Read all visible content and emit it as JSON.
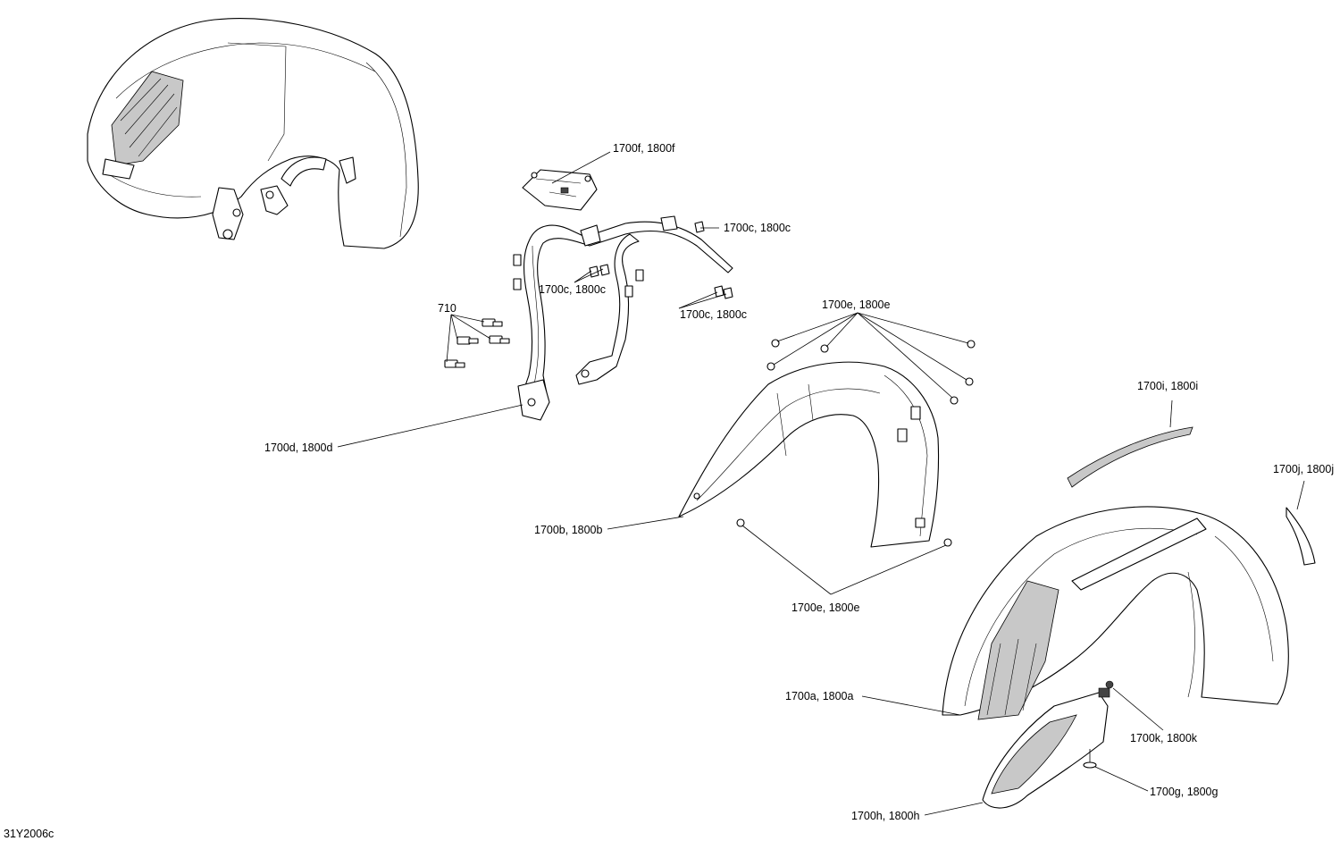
{
  "labels": {
    "l_1700f": "1700f, 1800f",
    "l_1700c_top": "1700c, 1800c",
    "l_1700c_mid": "1700c, 1800c",
    "l_1700c_low": "1700c, 1800c",
    "l_710": "710",
    "l_1700e_top": "1700e, 1800e",
    "l_1700e_bot": "1700e, 1800e",
    "l_1700d": "1700d, 1800d",
    "l_1700b": "1700b, 1800b",
    "l_1700i": "1700i, 1800i",
    "l_1700j": "1700j, 1800j",
    "l_1700a": "1700a, 1800a",
    "l_1700k": "1700k, 1800k",
    "l_1700g": "1700g, 1800g",
    "l_1700h": "1700h, 1800h",
    "figure_id": "31Y2006c"
  }
}
